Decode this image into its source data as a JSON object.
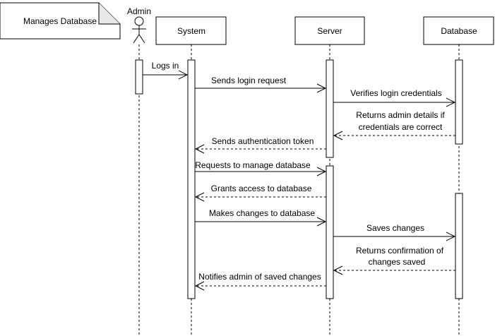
{
  "note": {
    "text": "Manages Database"
  },
  "actor": {
    "name": "Admin"
  },
  "participants": {
    "system": "System",
    "server": "Server",
    "database": "Database"
  },
  "messages": {
    "m1": "Logs in",
    "m2": "Sends login request",
    "m3": "Verifies login credentials",
    "m4_line1": "Returns admin details if",
    "m4_line2": "credentials are correct",
    "m5": "Sends authentication token",
    "m6": "Requests to manage database",
    "m7": "Grants access to database",
    "m8": "Makes changes to database",
    "m9": "Saves changes",
    "m10_line1": "Returns confirmation of",
    "m10_line2": "changes saved",
    "m11": "Notifies admin of saved changes"
  }
}
